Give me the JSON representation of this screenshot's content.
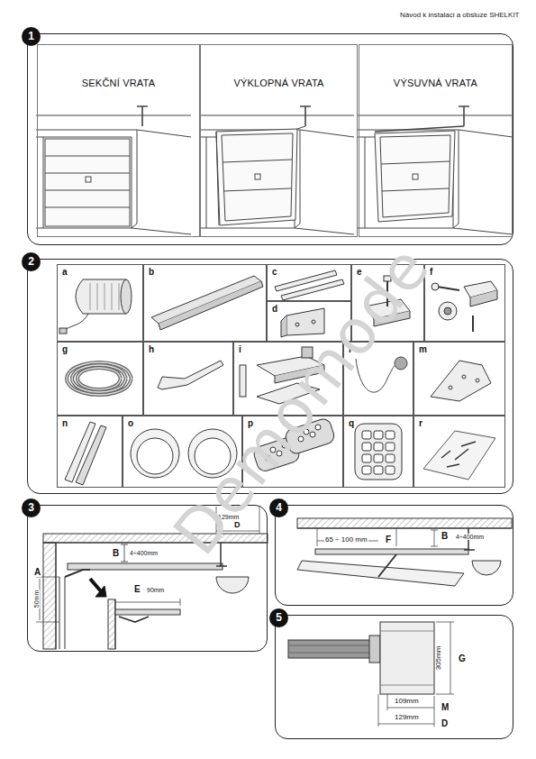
{
  "diagram": {
    "nodes": [
      {
        "text": [
          "1"
        ]
      },
      {
        "text": [
          "SEKČNÍ VRATA"
        ],
        "in": 0
      },
      {
        "text": [
          "VÝKLOPNÁ VRATA"
        ],
        "in": 0
      },
      {
        "text": [
          "VÝSUVNÁ VRATA"
        ],
        "in": 0
      },
      {
        "text": [
          "2"
        ]
      },
      {
        "text": [
          "a"
        ],
        "in": 4
      },
      {
        "text": [
          "b"
        ],
        "in": 4
      },
      {
        "text": [
          "c"
        ],
        "in": 4
      },
      {
        "text": [
          "d"
        ],
        "in": 4
      },
      {
        "text": [
          "e"
        ],
        "in": 4
      },
      {
        "text": [
          "f"
        ],
        "in": 4
      },
      {
        "text": [
          "g"
        ],
        "in": 4
      },
      {
        "text": [
          "h"
        ],
        "in": 4
      },
      {
        "text": [
          "i"
        ],
        "in": 4
      },
      {
        "text": [
          "l"
        ],
        "in": 4
      },
      {
        "text": [
          "m"
        ],
        "in": 4
      },
      {
        "text": [
          "n"
        ],
        "in": 4
      },
      {
        "text": [
          "o"
        ],
        "in": 4
      },
      {
        "text": [
          "p"
        ],
        "in": 4
      },
      {
        "text": [
          "q"
        ],
        "in": 4
      },
      {
        "text": [
          "r"
        ],
        "in": 4
      },
      {
        "text": [
          "3"
        ]
      },
      {
        "text": [
          "4"
        ]
      },
      {
        "text": [
          "5"
        ]
      }
    ],
    "labels": [
      "Návod k instalaci a obsluze SHELKIT",
      "129mm",
      "D",
      "B",
      "4÷400mm",
      "A",
      "50mm",
      "E",
      "90mm",
      "65 ÷ 100 mm",
      "F",
      "B",
      "4÷400mm",
      "G",
      "305mm",
      "109mm",
      "M",
      "129mm",
      "D",
      "Demomode"
    ]
  }
}
